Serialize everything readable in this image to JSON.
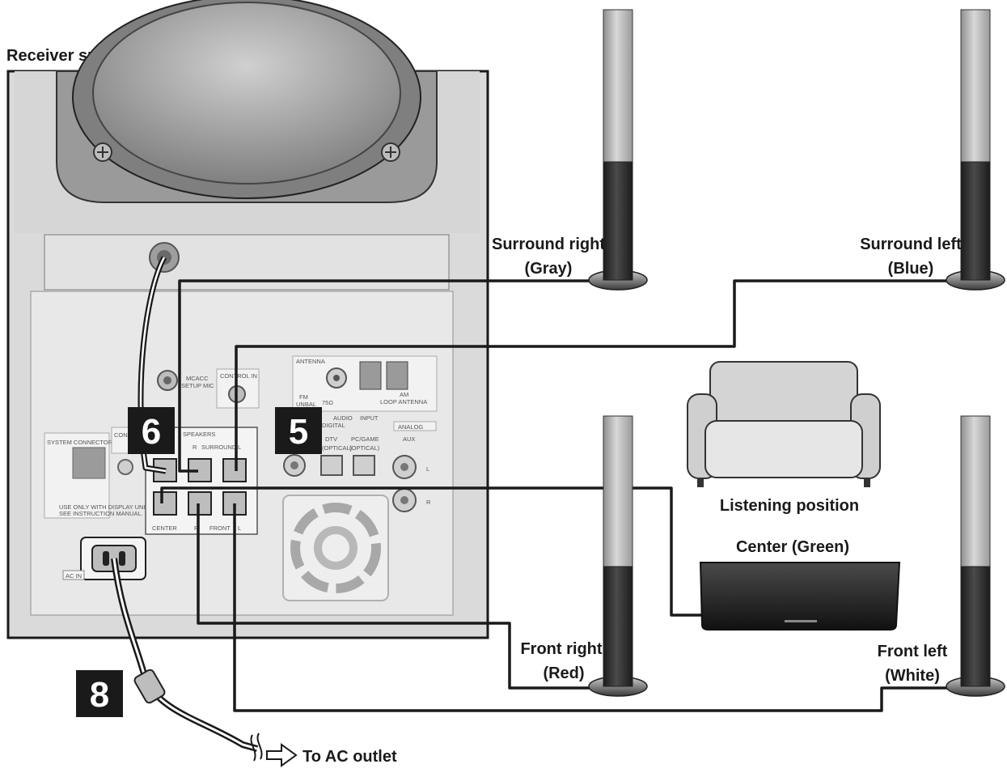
{
  "title": "Receiver subwoofer",
  "steps": {
    "s6": "6",
    "s5": "5",
    "s8": "8"
  },
  "speakers": {
    "surround_right": {
      "name": "Surround right",
      "color": "(Gray)"
    },
    "surround_left": {
      "name": "Surround left",
      "color": "(Blue)"
    },
    "front_right": {
      "name": "Front right",
      "color": "(Red)"
    },
    "front_left": {
      "name": "Front left",
      "color": "(White)"
    },
    "center": {
      "label": "Center (Green)"
    }
  },
  "listening_position": "Listening position",
  "ac_outlet": "To AC outlet",
  "panel": {
    "system_connector": "SYSTEM CONNECTOR",
    "use_only": "USE ONLY WITH DISPLAY UNIT.",
    "see_manual": "SEE INSTRUCTION MANUAL.",
    "control": "CONT",
    "mcacc": "MCACC",
    "setup_mic": "SETUP MIC",
    "control_in": "CONTROL IN",
    "antenna": "ANTENNA",
    "fm": "FM",
    "unbal": "UNBAL",
    "ohm": "75Ω",
    "am": "AM",
    "loop_antenna": "LOOP ANTENNA",
    "audio": "AUDIO",
    "input": "INPUT",
    "digital": "DIGITAL",
    "analog": "ANALOG",
    "dtv": "DTV",
    "optical": "(OPTICAL)",
    "pc_game": "PC/GAME",
    "aux": "AUX",
    "l": "L",
    "r": "R",
    "speakers": "SPEAKERS",
    "surround": "SURROUND",
    "center": "CENTER",
    "front": "FRONT",
    "ac_in": "AC IN"
  },
  "colors": {
    "ink": "#1a1a1a",
    "panel_gray": "#dddddd",
    "panel_light": "#ececec",
    "step_bg": "#1a1a1a"
  }
}
